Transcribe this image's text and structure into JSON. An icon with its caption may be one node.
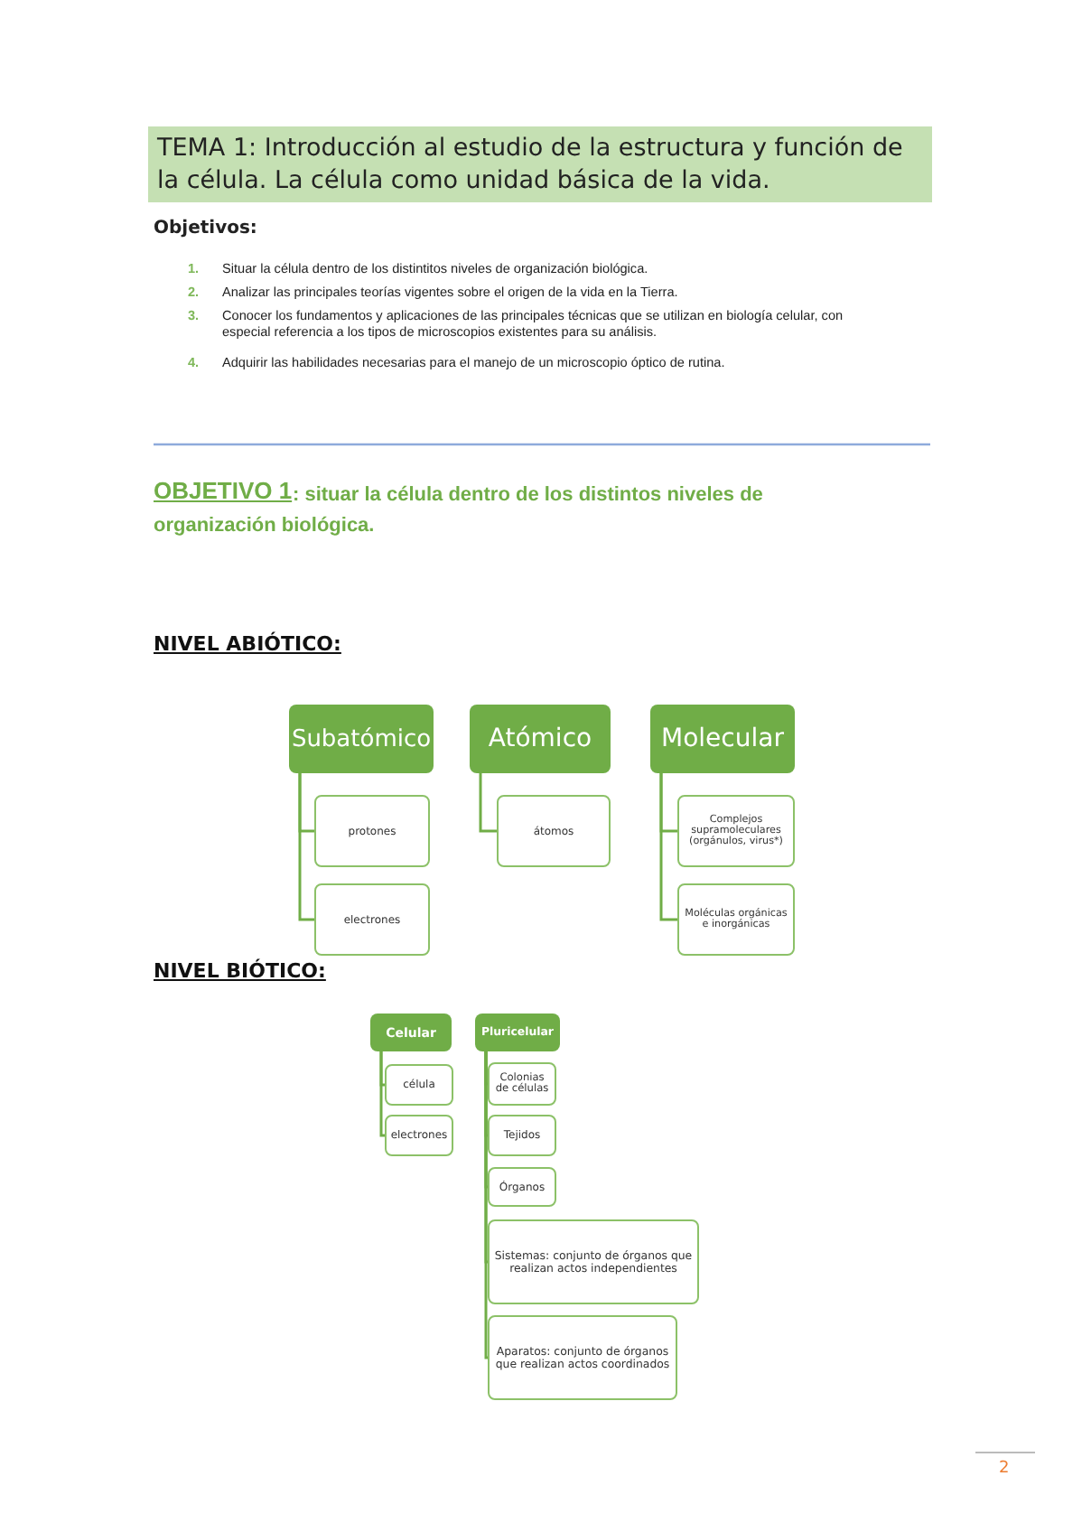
{
  "diagram": {
    "title": "TEMA 1: Introducción al estudio de la estructura y función de la célula. La célula como unidad básica de la vida.",
    "nodes": [
      {
        "text": [
          "Subatómico"
        ]
      },
      {
        "text": [
          "protones"
        ]
      },
      {
        "text": [
          "electrones"
        ]
      },
      {
        "text": [
          "Atómico"
        ]
      },
      {
        "text": [
          "átomos"
        ]
      },
      {
        "text": [
          "Molecular"
        ]
      },
      {
        "text": [
          "Complejos supramoleculares (orgánulos, virus*)"
        ]
      },
      {
        "text": [
          "Moléculas orgánicas e inorgánicas"
        ]
      },
      {
        "text": [
          "Celular"
        ]
      },
      {
        "text": [
          "célula"
        ]
      },
      {
        "text": [
          "electrones"
        ]
      },
      {
        "text": [
          "Pluricelular"
        ]
      },
      {
        "text": [
          "Colonias de células"
        ]
      },
      {
        "text": [
          "Tejidos"
        ]
      },
      {
        "text": [
          "Órganos"
        ]
      },
      {
        "text": [
          "Sistemas: conjunto de órganos que realizan actos independientes"
        ]
      },
      {
        "text": [
          "Aparatos: conjunto de órganos que realizan actos coordinados"
        ]
      }
    ],
    "edges": [
      {
        "from": 0,
        "to": 1,
        "arrow": "none"
      },
      {
        "from": 0,
        "to": 2,
        "arrow": "none"
      },
      {
        "from": 3,
        "to": 4,
        "arrow": "none"
      },
      {
        "from": 5,
        "to": 6,
        "arrow": "none"
      },
      {
        "from": 5,
        "to": 7,
        "arrow": "none"
      },
      {
        "from": 8,
        "to": 9,
        "arrow": "none"
      },
      {
        "from": 8,
        "to": 10,
        "arrow": "none"
      },
      {
        "from": 11,
        "to": 12,
        "arrow": "none"
      },
      {
        "from": 11,
        "to": 13,
        "arrow": "none"
      },
      {
        "from": 11,
        "to": 14,
        "arrow": "none"
      },
      {
        "from": 11,
        "to": 15,
        "arrow": "none"
      },
      {
        "from": 11,
        "to": 16,
        "arrow": "none"
      }
    ],
    "labels": [
      "Objetivos:",
      "1.",
      "Situar la célula dentro de los distintitos niveles de organización biológica.",
      "2.",
      "Analizar las principales teorías vigentes sobre el origen de la vida en la Tierra.",
      "3.",
      "Conocer los fundamentos y aplicaciones de las principales técnicas que se utilizan en biología celular, con especial referencia a los tipos de microscopios existentes para su análisis.",
      "4.",
      "Adquirir las habilidades necesarias para el manejo de un microscopio óptico de rutina.",
      "OBJETIVO 1",
      ": situar la célula dentro de los distintos niveles de organización biológica.",
      "NIVEL ABIÓTICO:",
      "NIVEL BIÓTICO:",
      "2"
    ]
  }
}
